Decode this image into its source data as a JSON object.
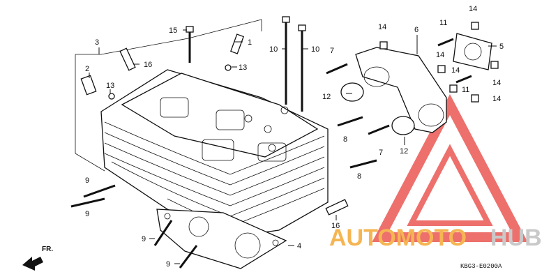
{
  "diagram": {
    "callouts": [
      {
        "id": "c1",
        "text": "1"
      },
      {
        "id": "c2",
        "text": "2"
      },
      {
        "id": "c3",
        "text": "3"
      },
      {
        "id": "c4",
        "text": "4"
      },
      {
        "id": "c5",
        "text": "5"
      },
      {
        "id": "c6",
        "text": "6"
      },
      {
        "id": "c7a",
        "text": "7"
      },
      {
        "id": "c7b",
        "text": "7"
      },
      {
        "id": "c8a",
        "text": "8"
      },
      {
        "id": "c8b",
        "text": "8"
      },
      {
        "id": "c9a",
        "text": "9"
      },
      {
        "id": "c9b",
        "text": "9"
      },
      {
        "id": "c9c",
        "text": "9"
      },
      {
        "id": "c9d",
        "text": "9"
      },
      {
        "id": "c10a",
        "text": "10"
      },
      {
        "id": "c10b",
        "text": "10"
      },
      {
        "id": "c11a",
        "text": "11"
      },
      {
        "id": "c11b",
        "text": "11"
      },
      {
        "id": "c12a",
        "text": "12"
      },
      {
        "id": "c12b",
        "text": "12"
      },
      {
        "id": "c13a",
        "text": "13"
      },
      {
        "id": "c13b",
        "text": "13"
      },
      {
        "id": "c14a",
        "text": "14"
      },
      {
        "id": "c14b",
        "text": "14"
      },
      {
        "id": "c14c",
        "text": "14"
      },
      {
        "id": "c14d",
        "text": "14"
      },
      {
        "id": "c14e",
        "text": "14"
      },
      {
        "id": "c14f",
        "text": "14"
      },
      {
        "id": "c15",
        "text": "15"
      },
      {
        "id": "c16a",
        "text": "16"
      },
      {
        "id": "c16b",
        "text": "16"
      }
    ],
    "front_arrow": "FR.",
    "diagram_code": "KBG3-E0200A"
  },
  "watermark": {
    "part1": "AUTOMOTO",
    "part2": "HUB",
    "colors": {
      "accent": "#f5b553",
      "grey": "#c9c9c9",
      "triangle": "#e8413c"
    }
  }
}
